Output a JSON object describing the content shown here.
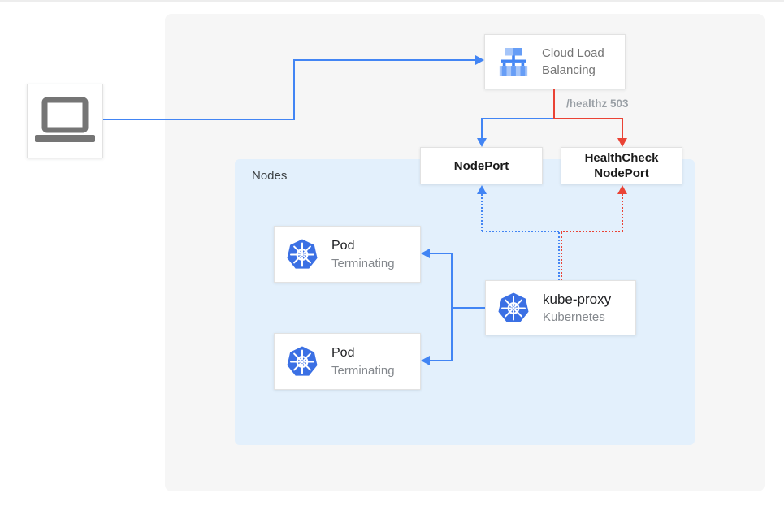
{
  "diagram": {
    "title_hint": "Kubernetes external load balancer health-check diagram",
    "client": {
      "icon": "laptop-icon"
    },
    "load_balancer": {
      "label": "Cloud Load Balancing",
      "icon": "cloud-load-balancing-icon"
    },
    "edge_label": "/healthz 503",
    "nodes_group": {
      "label": "Nodes"
    },
    "nodeport": {
      "label": "NodePort"
    },
    "healthcheck_nodeport": {
      "label": "HealthCheck NodePort"
    },
    "pods": [
      {
        "title": "Pod",
        "status": "Terminating",
        "icon": "kubernetes-icon"
      },
      {
        "title": "Pod",
        "status": "Terminating",
        "icon": "kubernetes-icon"
      }
    ],
    "kube_proxy": {
      "title": "kube-proxy",
      "subtitle": "Kubernetes",
      "icon": "kubernetes-icon"
    },
    "colors": {
      "blue_edge": "#4285f4",
      "red_edge": "#ea4335",
      "outer_panel_bg": "#f6f6f6",
      "nodes_panel_bg": "#e3f0fc",
      "card_border": "#e2e2e2",
      "muted_text": "#757575",
      "status_text": "#84888d"
    }
  }
}
